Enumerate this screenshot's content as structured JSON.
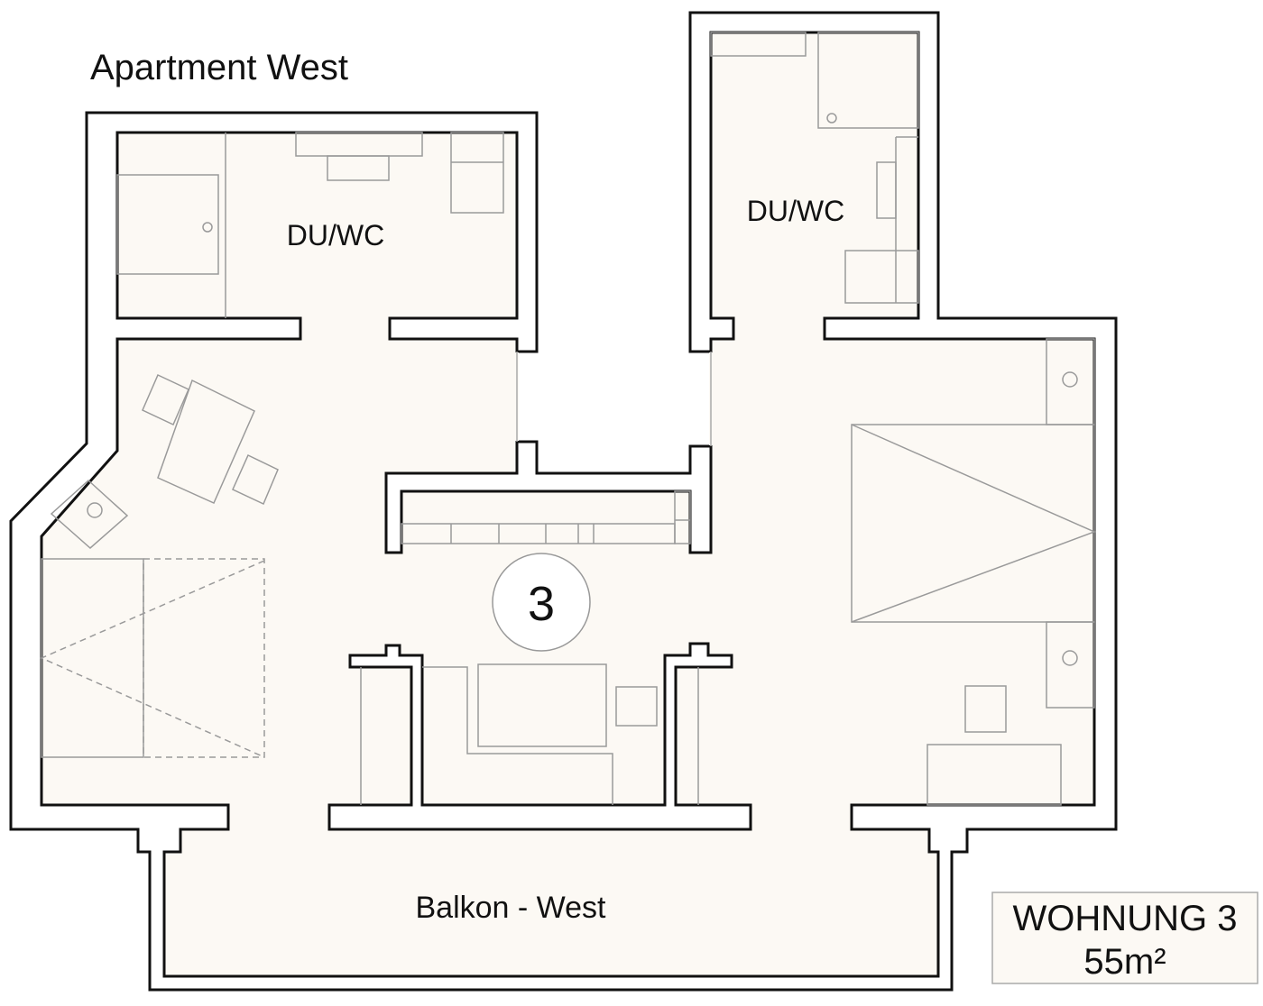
{
  "title": "Apartment West",
  "rooms": {
    "bath_left": "DU/WC",
    "bath_right": "DU/WC",
    "balcony": "Balkon - West"
  },
  "unit_marker": "3",
  "info_box": {
    "name": "WOHNUNG 3",
    "area": "55m²"
  },
  "colors": {
    "floor": "#fcf9f4",
    "wall_line": "#111111",
    "furniture_line": "#9a9a9a"
  }
}
